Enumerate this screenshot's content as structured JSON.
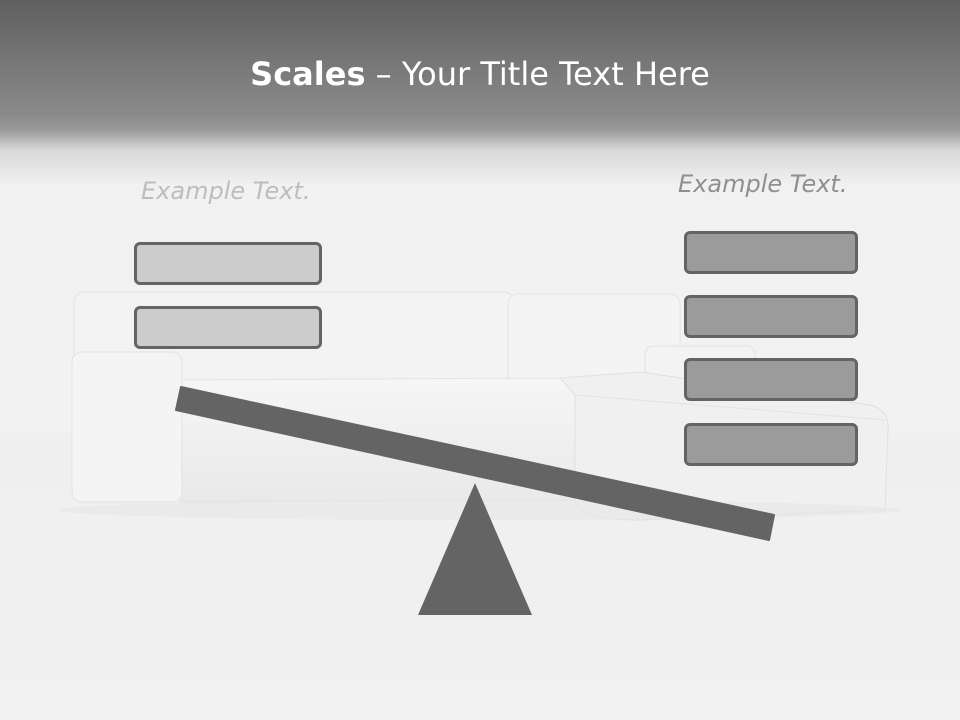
{
  "title": {
    "bold": "Scales",
    "rest": " – Your Title Text Here"
  },
  "left": {
    "label": "Example Text.",
    "box_count": 2
  },
  "right": {
    "label": "Example Text.",
    "box_count": 4
  },
  "colors": {
    "beam": "#646464",
    "fulcrum": "#646464",
    "box_left_fill": "#cccccc",
    "box_right_fill": "#9b9b9b",
    "box_border": "#646464"
  }
}
